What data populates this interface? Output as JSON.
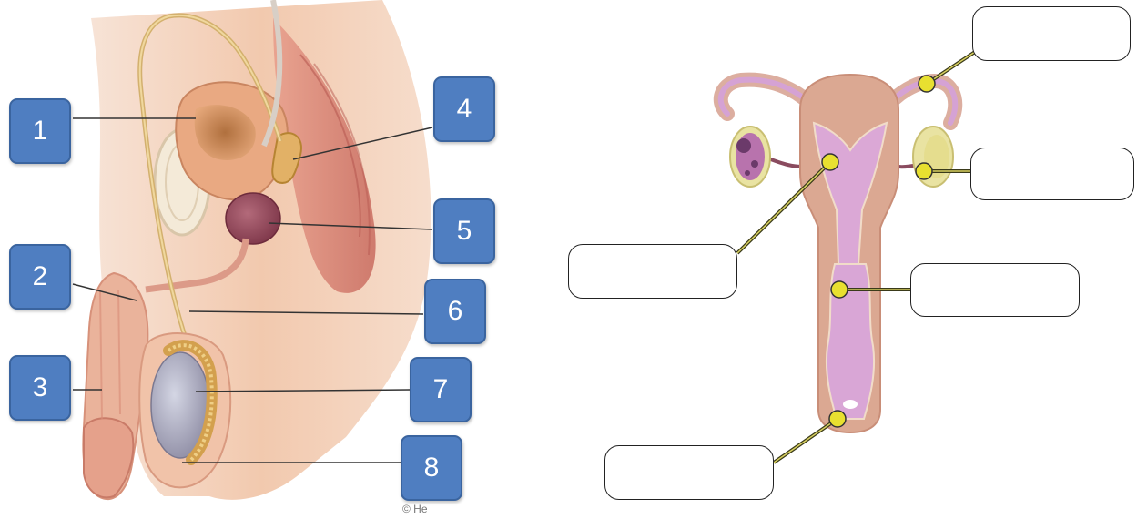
{
  "male_diagram": {
    "labels": [
      "1",
      "2",
      "3",
      "4",
      "5",
      "6",
      "7",
      "8"
    ],
    "credit": "© He",
    "colors": {
      "label_fill": "#4f7ec1",
      "label_border": "#3a649f",
      "skin": "#f0c4a8",
      "muscle": "#d97f72"
    }
  },
  "female_diagram": {
    "answer_boxes": [
      "",
      "",
      "",
      "",
      ""
    ],
    "colors": {
      "uterus_outer": "#dba892",
      "uterus_inner": "#d9a6d6",
      "ovary": "#b873ad",
      "marker": "#e8e030"
    }
  }
}
